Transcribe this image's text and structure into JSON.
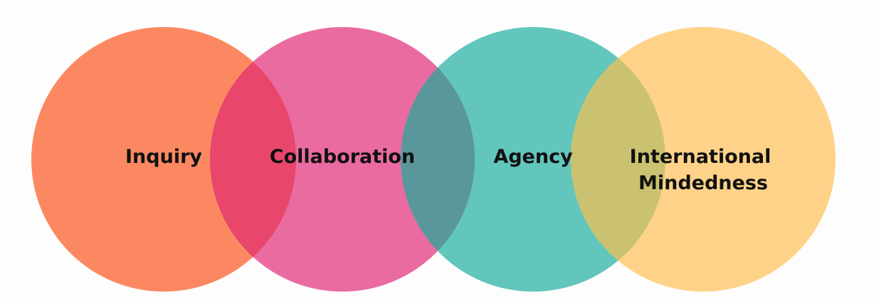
{
  "circles": [
    {
      "id": "inquiry",
      "lines": [
        "Inquiry"
      ],
      "color": "#fc8862"
    },
    {
      "id": "collaboration",
      "lines": [
        "Collaboration"
      ],
      "color": "#ea6ba0"
    },
    {
      "id": "agency",
      "lines": [
        "Agency"
      ],
      "color": "#62c6bc"
    },
    {
      "id": "international-mindedness",
      "lines": [
        "International",
        "Mindedness"
      ],
      "color": "#fed389"
    }
  ],
  "overlaps": [
    {
      "between": [
        "inquiry",
        "collaboration"
      ],
      "color": "#e8466b"
    },
    {
      "between": [
        "collaboration",
        "agency"
      ],
      "color": "#5a979c"
    },
    {
      "between": [
        "agency",
        "international-mindedness"
      ],
      "color": "#cbc271"
    }
  ]
}
